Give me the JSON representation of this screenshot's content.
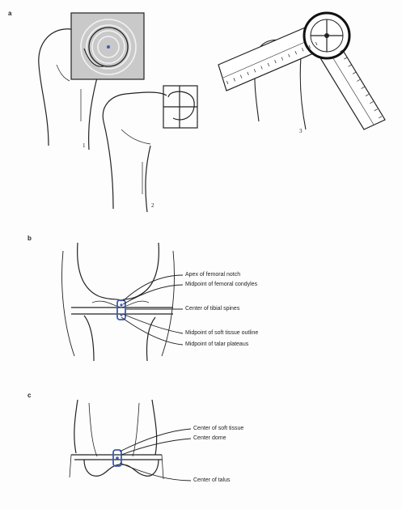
{
  "panels": {
    "a": {
      "letter": "a",
      "sub_labels": [
        "1",
        "2",
        "3"
      ]
    },
    "b": {
      "letter": "b"
    },
    "c": {
      "letter": "c"
    }
  },
  "knee_labels": [
    "Apex of femoral notch",
    "Midpoint of femoral condyles",
    "Center of tibial spines",
    "Midpoint of soft tissue outline",
    "Midpoint of talar plateaus"
  ],
  "ankle_labels": [
    "Center of soft tissue",
    "Center dome",
    "Center of talus"
  ],
  "colors": {
    "line": "#222222",
    "center_mark": "#3b5bb5",
    "shade": "#c9c9c9"
  }
}
